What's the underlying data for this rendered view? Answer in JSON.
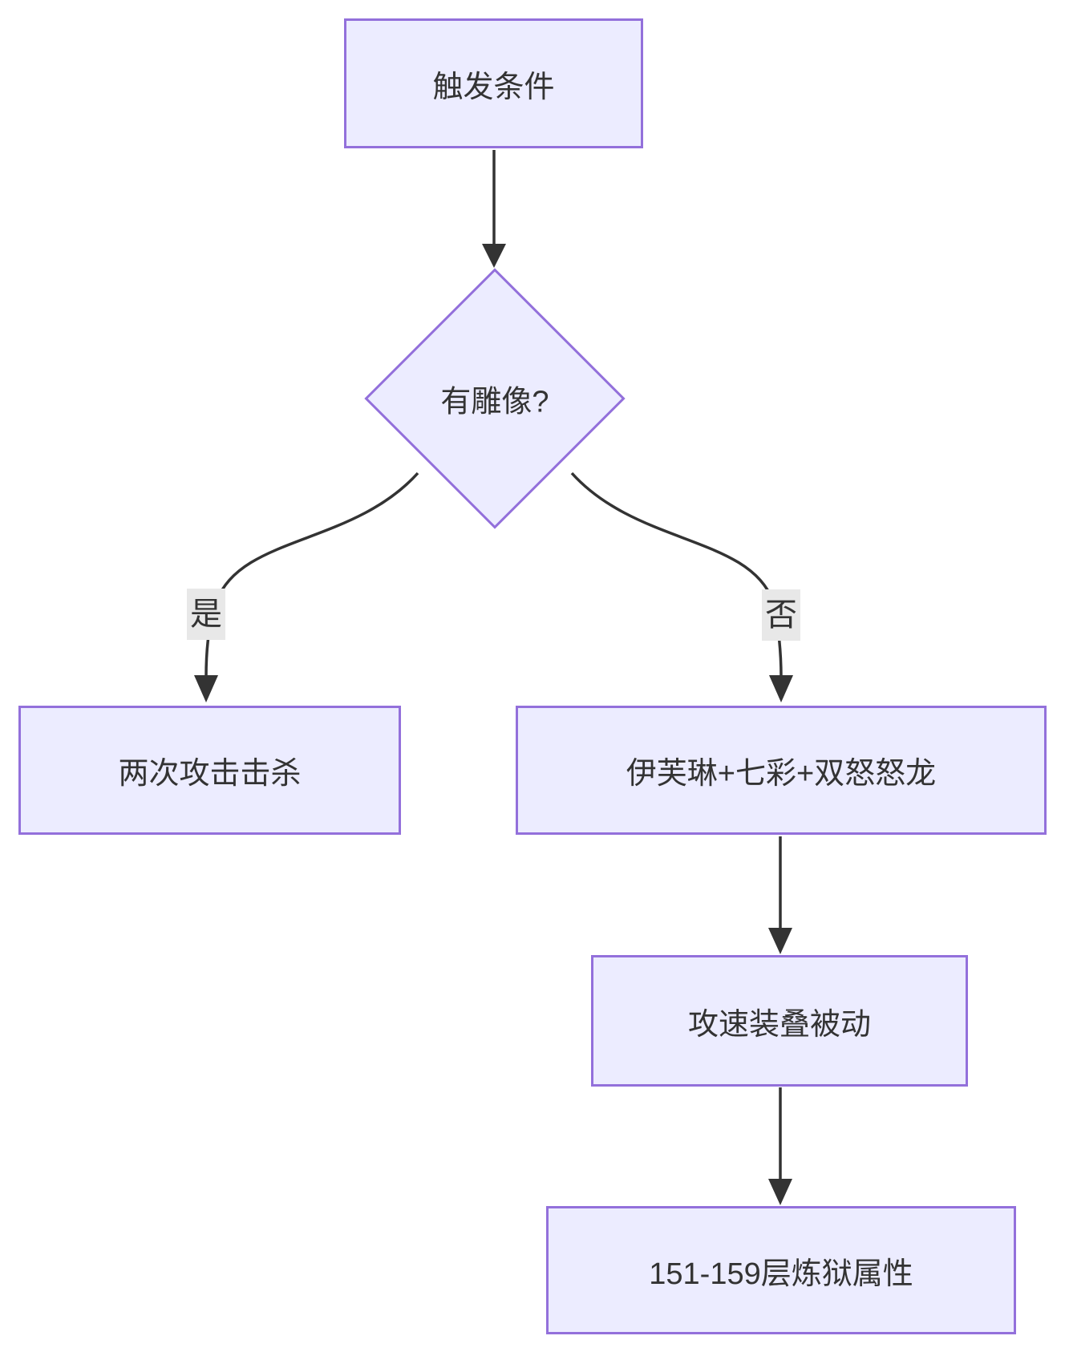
{
  "diagram": {
    "type": "flowchart",
    "direction": "top-down",
    "nodes": [
      {
        "id": "A",
        "shape": "rect",
        "label": "触发条件"
      },
      {
        "id": "B",
        "shape": "diamond",
        "label": "有雕像?"
      },
      {
        "id": "C",
        "shape": "rect",
        "label": "两次攻击击杀"
      },
      {
        "id": "D",
        "shape": "rect",
        "label": "伊芙琳+七彩+双怒怒龙"
      },
      {
        "id": "E",
        "shape": "rect",
        "label": "攻速装叠被动"
      },
      {
        "id": "F",
        "shape": "rect",
        "label": "151-159层炼狱属性"
      }
    ],
    "edges": [
      {
        "from": "A",
        "to": "B",
        "label": ""
      },
      {
        "from": "B",
        "to": "C",
        "label": "是"
      },
      {
        "from": "B",
        "to": "D",
        "label": "否"
      },
      {
        "from": "D",
        "to": "E",
        "label": ""
      },
      {
        "from": "E",
        "to": "F",
        "label": ""
      }
    ],
    "colors": {
      "node_fill": "#ECECFF",
      "node_border": "#9370DB",
      "edge_line": "#333333",
      "text": "#333333",
      "edge_label_bg": "#e8e8e8",
      "background": "#ffffff"
    }
  }
}
